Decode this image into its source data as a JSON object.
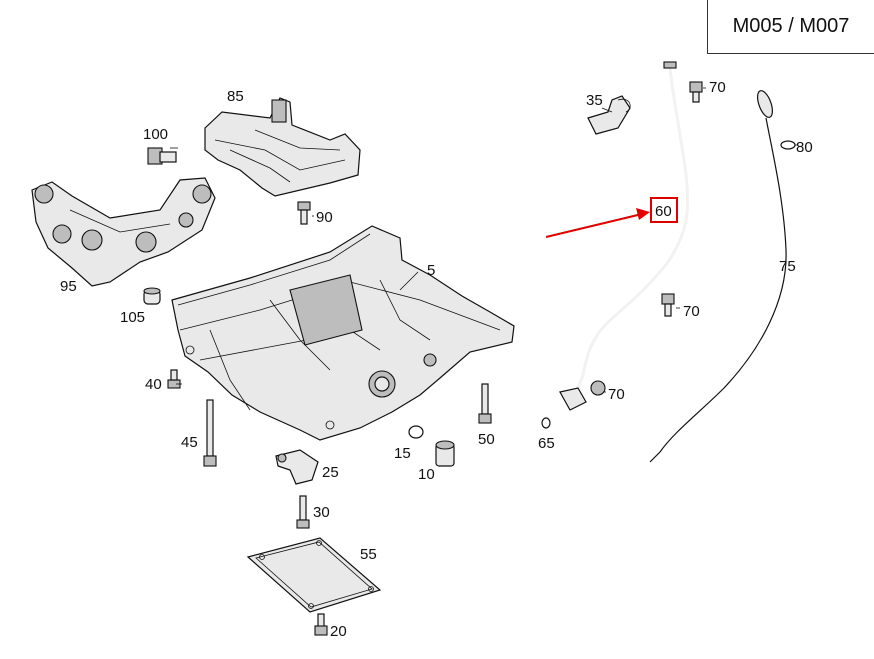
{
  "header": {
    "code_label": "M005 / M007"
  },
  "callouts": {
    "p5": "5",
    "p10": "10",
    "p15": "15",
    "p20": "20",
    "p25": "25",
    "p30": "30",
    "p35": "35",
    "p40": "40",
    "p45": "45",
    "p50": "50",
    "p55": "55",
    "p60": "60",
    "p65": "65",
    "p70a": "70",
    "p70b": "70",
    "p70c": "70",
    "p75": "75",
    "p80": "80",
    "p85": "85",
    "p90": "90",
    "p95": "95",
    "p100": "100",
    "p105": "105"
  },
  "colors": {
    "highlight": "#e00000",
    "line": "#111111",
    "part_fill": "#e9e9e9"
  }
}
